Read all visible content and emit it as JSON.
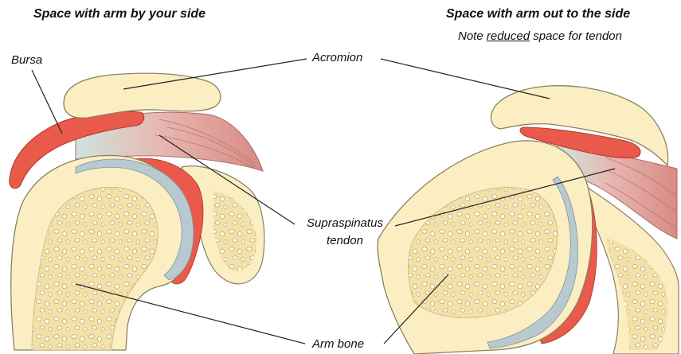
{
  "left_panel": {
    "title": "Space with arm by your side"
  },
  "right_panel": {
    "title": "Space with arm out to the side",
    "note_prefix": "Note ",
    "note_emphasis": "reduced",
    "note_suffix": " space for tendon"
  },
  "labels": {
    "bursa": "Bursa",
    "acromion": "Acromion",
    "supraspinatus_line1": "Supraspinatus",
    "supraspinatus_line2": "tendon",
    "arm_bone": "Arm bone"
  },
  "colors": {
    "bone": "#fbeec3",
    "bone_outline": "#8a8062",
    "cancellous": "#f3e1a8",
    "bursa": "#ea5a4a",
    "cartilage": "#b8c9cf",
    "muscle": "#d99590",
    "tendon": "#cfe4dd",
    "leader": "#222222"
  }
}
